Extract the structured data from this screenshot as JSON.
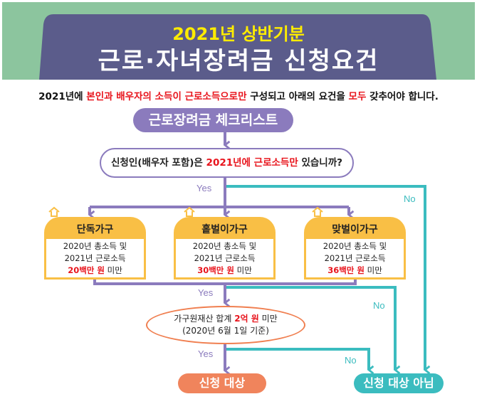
{
  "header": {
    "title_line1": "2021년 상반기분",
    "title_line2": "근로·자녀장려금 신청요건"
  },
  "subtitle": {
    "p1": "2021년에 ",
    "p2": "본인과 배우자의 소득이 근로소득으로만",
    "p3": " 구성되고 아래의 요건을 ",
    "p4": "모두",
    "p5": " 갖추어야 합니다."
  },
  "checklist_title": "근로장려금 체크리스트",
  "question": {
    "p1": "신청인(배우자 포함)은 ",
    "p2": "2021년에 근로소득만",
    "p3": " 있습니까?"
  },
  "households": [
    {
      "title": "단독가구",
      "line1": "2020년 총소득 및",
      "line2": "2021년 근로소득",
      "amount": "20백만 원",
      "suffix": " 미만"
    },
    {
      "title": "홑벌이가구",
      "line1": "2020년 총소득 및",
      "line2": "2021년 근로소득",
      "amount": "30백만 원",
      "suffix": " 미만"
    },
    {
      "title": "맞벌이가구",
      "line1": "2020년 총소득 및",
      "line2": "2021년 근로소득",
      "amount": "36백만 원",
      "suffix": " 미만"
    }
  ],
  "asset": {
    "p1": "가구원재산 합계 ",
    "p2": "2억 원",
    "p3": " 미만",
    "line2": "(2020년 6월 1일 기준)"
  },
  "labels": {
    "yes": "Yes",
    "no": "No"
  },
  "results": {
    "eligible": "신청 대상",
    "not_eligible": "신청 대상 아님"
  },
  "colors": {
    "purple": "#8b7bbd",
    "teal": "#3bbcbf",
    "orange": "#f0845c",
    "yellow": "#f9bf45",
    "green": "#8cc59e",
    "navy": "#5b5c8b"
  }
}
